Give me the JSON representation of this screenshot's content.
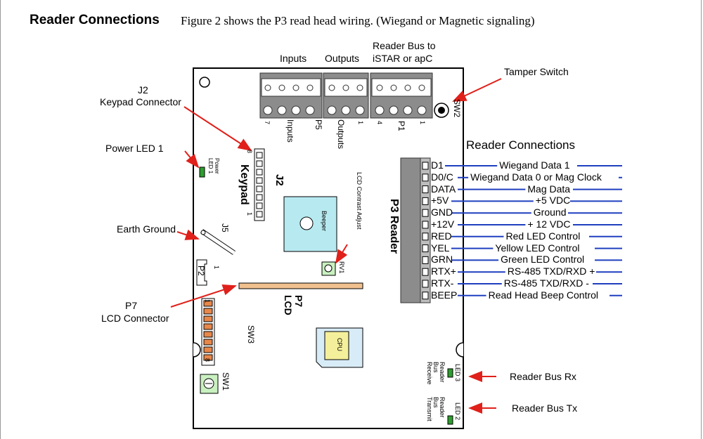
{
  "heading": "Reader Connections",
  "caption": "Figure 2 shows the P3 read head wiring. (Wiegand or Magnetic signaling)",
  "top_labels": {
    "inputs": "Inputs",
    "outputs": "Outputs",
    "reader_bus_1": "Reader Bus to",
    "reader_bus_2": "iSTAR or apC"
  },
  "callouts": {
    "tamper": "Tamper Switch",
    "j2_1": "J2",
    "j2_2": "Keypad Connector",
    "power_led": "Power LED  1",
    "earth": "Earth Ground",
    "p7_1": "P7",
    "p7_2": "LCD Connector",
    "bus_rx": "Reader Bus Rx",
    "bus_tx": "Reader Bus Tx",
    "reader_conn": "Reader Connections"
  },
  "board": {
    "keypad": "Keypad",
    "j2": "J2",
    "j5": "J5",
    "p2": "P2",
    "p7": "P7",
    "lcd": "LCD",
    "sw3": "SW3",
    "sw1": "SW1",
    "beeper": "Beeper",
    "cpu": "CPU",
    "rv1": "RV1",
    "sw2": "SW2",
    "lcd_contrast": "LCD Contrast Adjust",
    "p3_reader": "P3 Reader",
    "power_led": "Power LED 1",
    "inputs": "Inputs",
    "outputs": "Outputs",
    "p5": "P5",
    "p1": "P1",
    "n7": "7",
    "n1a": "1",
    "n4": "4",
    "n1b": "1",
    "n8": "8",
    "n1c": "1",
    "n1d": "1",
    "n1e": "1",
    "n8b": "8",
    "led3": "LED 3",
    "led3_desc": "Reader Bus Receive",
    "led2": "LED 2",
    "led2_desc": "Reader Bus Transmit"
  },
  "pins": [
    {
      "pin": "D1",
      "desc": "Wiegand Data 1"
    },
    {
      "pin": "D0/C",
      "desc": "Wiegand Data 0 or Mag Clock"
    },
    {
      "pin": "DATA",
      "desc": "Mag Data"
    },
    {
      "pin": "+5V",
      "desc": "+5 VDC"
    },
    {
      "pin": "GND",
      "desc": "Ground"
    },
    {
      "pin": "+12V",
      "desc": "+ 12 VDC"
    },
    {
      "pin": "RED",
      "desc": "Red LED Control"
    },
    {
      "pin": "YEL",
      "desc": "Yellow LED Control"
    },
    {
      "pin": "GRN",
      "desc": "Green LED Control"
    },
    {
      "pin": "RTX+",
      "desc": "RS-485 TXD/RXD +"
    },
    {
      "pin": "RTX-",
      "desc": "RS-485 TXD/RXD -"
    },
    {
      "pin": "BEEP",
      "desc": "Read Head Beep Control"
    }
  ],
  "colors": {
    "wire": "#1f3fbf",
    "arrow": "#e0201a",
    "terminal": "#8c8c8c",
    "led": "#2e9e2e",
    "lcd_strip": "#f0c18e",
    "beeper": "#b7eaf0",
    "cpu_bg": "#d8ecf7",
    "cpu_chip": "#f4ef9a",
    "dip": "#e8874a"
  }
}
